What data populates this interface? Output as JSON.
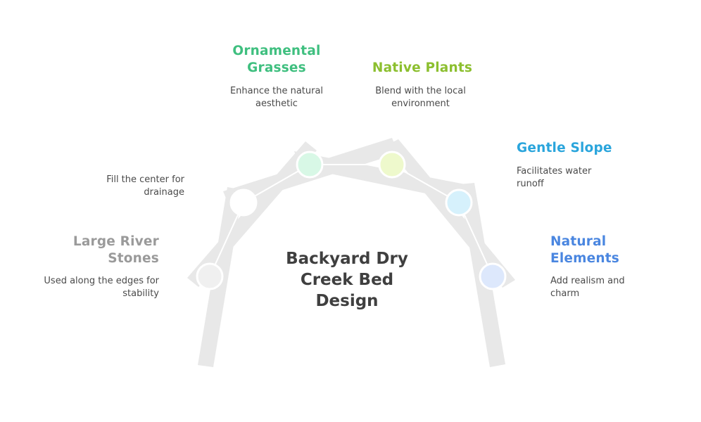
{
  "title": "Backyard Dry Creek Bed Design",
  "nodes": [
    {
      "key": "stones",
      "title": "Large River Stones",
      "description": "Used along the edges for stability",
      "color": "#9a9a9a",
      "fill": "#f0f0f0"
    },
    {
      "key": "fill",
      "title": "",
      "description": "Fill the center for drainage",
      "color": "#9a9a9a",
      "fill": "#ffffff"
    },
    {
      "key": "grasses",
      "title": "Ornamental Grasses",
      "description": "Enhance the natural aesthetic",
      "color": "#3fbf7f",
      "fill": "#d8f8e6"
    },
    {
      "key": "plants",
      "title": "Native Plants",
      "description": "Blend with the local environment",
      "color": "#8cbf2f",
      "fill": "#eef9cc"
    },
    {
      "key": "slope",
      "title": "Gentle Slope",
      "description": "Facilitates water runoff",
      "color": "#2aa5dc",
      "fill": "#d6f1fc"
    },
    {
      "key": "natural",
      "title": "Natural Elements",
      "description": "Add realism and charm",
      "color": "#4a86e0",
      "fill": "#dde8fc"
    }
  ]
}
